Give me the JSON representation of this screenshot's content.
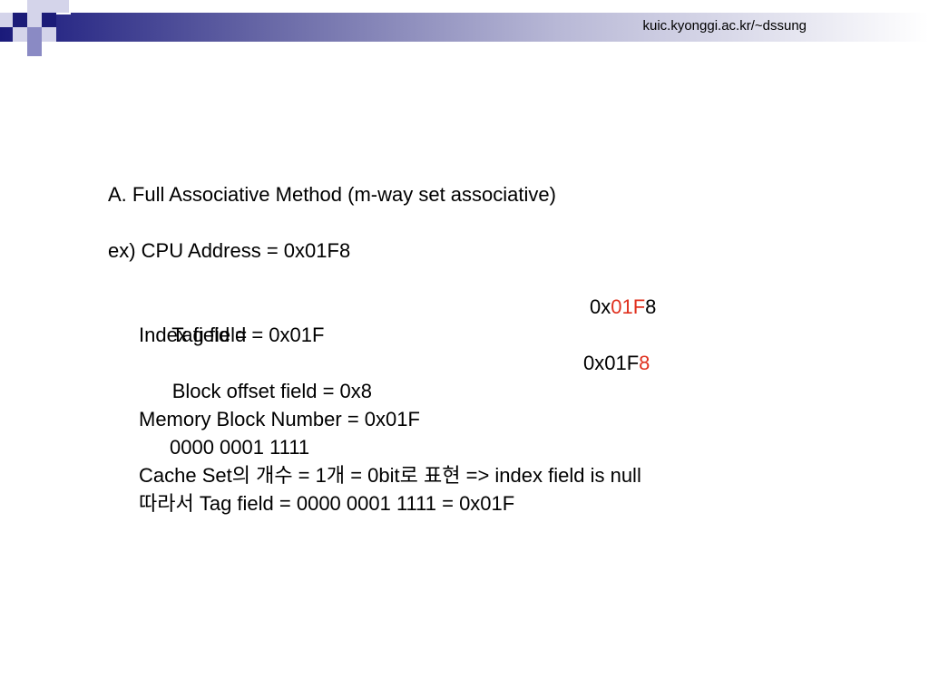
{
  "header": {
    "url": "kuic.kyonggi.ac.kr/~dssung"
  },
  "body": {
    "heading": "A. Full Associative Method (m-way set associative)",
    "example": "ex) CPU Address = 0x01F8",
    "tag_field": "Tag field = 0x01F",
    "tag_addr_prefix": "0x",
    "tag_addr_highlight": "01F",
    "tag_addr_suffix": "8",
    "index_field": "Index field =",
    "offset_field": "Block offset field = 0x8",
    "offset_addr_prefix": "0x01F",
    "offset_addr_highlight": "8",
    "memory_block": "Memory Block Number = 0x01F",
    "binary": "0000 0001 1111",
    "cache_set": "Cache Set의 개수 = 1개 = 0bit로 표현 => index field is null",
    "conclusion": "따라서 Tag field = 0000 0001 1111 = 0x01F"
  },
  "colors": {
    "highlight": "#e0301e",
    "header_dark": "#1c1c78"
  }
}
